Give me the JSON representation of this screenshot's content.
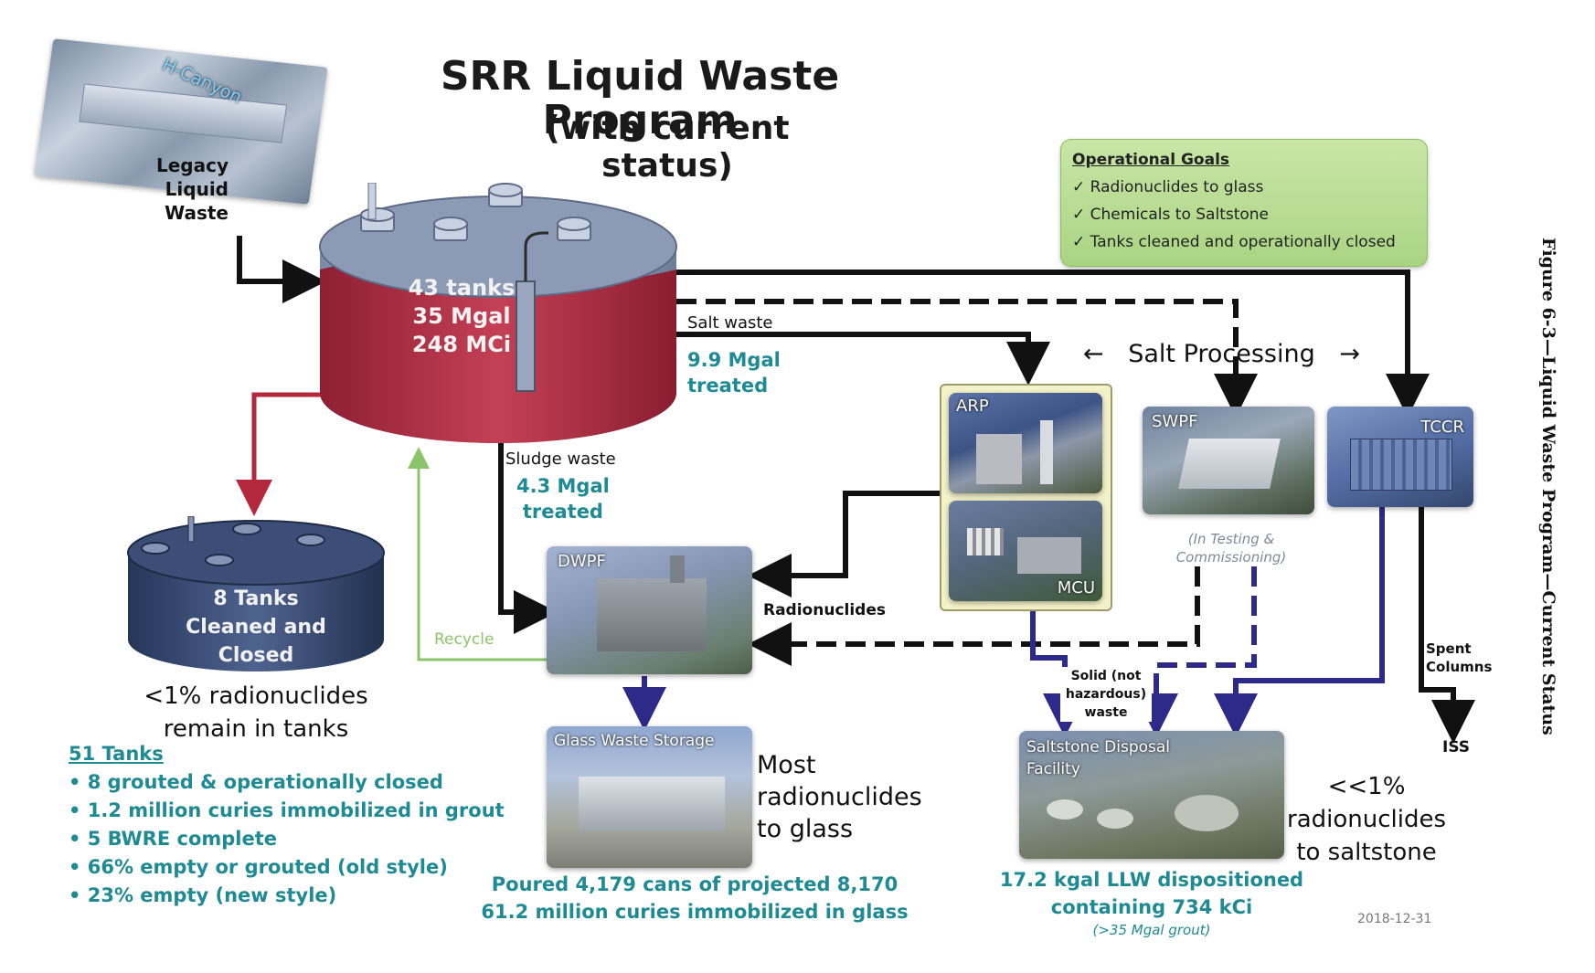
{
  "title": "SRR Liquid Waste Program",
  "subtitle": "(with current status)",
  "hcanyon_label": "H-Canyon",
  "legacy_label_lines": [
    "Legacy",
    "Liquid",
    "Waste"
  ],
  "main_tank": {
    "line1": "43 tanks",
    "line2": "35 Mgal",
    "line3": "248 MCi"
  },
  "salt_waste": {
    "label": "Salt waste",
    "treated1": "9.9 Mgal",
    "treated2": "treated"
  },
  "sludge_waste": {
    "label": "Sludge waste",
    "treated1": "4.3 Mgal",
    "treated2": "treated"
  },
  "closed_tanks": {
    "line1": "8 Tanks",
    "line2": "Cleaned and",
    "line3": "Closed",
    "caption1": "<1% radionuclides",
    "caption2": "remain in tanks"
  },
  "tank_summary": {
    "heading": "51 Tanks",
    "items": [
      "8 grouted & operationally closed",
      "1.2 million curies immobilized in grout",
      "5 BWRE complete",
      "66% empty or grouted (old style)",
      "23% empty (new style)"
    ]
  },
  "operational_goals": {
    "heading": "Operational Goals",
    "items": [
      "Radionuclides to glass",
      "Chemicals to Saltstone",
      "Tanks cleaned and operationally closed"
    ]
  },
  "salt_processing": {
    "label": "Salt Processing",
    "left_arrow": "←",
    "right_arrow": "→"
  },
  "facilities": {
    "arp": "ARP",
    "mcu": "MCU",
    "swpf": "SWPF",
    "swpf_status": "(In Testing & Commissioning)",
    "tccr": "TCCR",
    "dwpf": "DWPF",
    "glass_storage": "Glass Waste Storage",
    "saltstone": "Saltstone Disposal Facility"
  },
  "flow_labels": {
    "recycle": "Recycle",
    "radionuclides": "Radionuclides",
    "solid_line1": "Solid (not",
    "solid_line2": "hazardous)",
    "solid_line3": "waste",
    "spent1": "Spent",
    "spent2": "Columns",
    "iss": "ISS"
  },
  "glass_caption": {
    "line1": "Most",
    "line2": "radionuclides",
    "line3": "to glass"
  },
  "glass_stats": {
    "line1": "Poured 4,179 cans of projected 8,170",
    "line2": "61.2 million curies immobilized in glass"
  },
  "saltstone_caption": {
    "line1": "<<1%",
    "line2": "radionuclides",
    "line3": "to saltstone"
  },
  "saltstone_stats": {
    "line1": "17.2 kgal LLW dispositioned",
    "line2": "containing 734 kCi",
    "line3": "(>35 Mgal grout)"
  },
  "date": "2018-12-31",
  "figure_caption": "Figure 6-3—Liquid Waste Program—Current Status",
  "colors": {
    "tank_red": "#b3283c",
    "tank_blue": "#3a4d78",
    "teal": "#1e8a94",
    "navy_arrow": "#2e2a8a",
    "red_arrow": "#b3283c",
    "green_arrow": "#8cc46a"
  }
}
